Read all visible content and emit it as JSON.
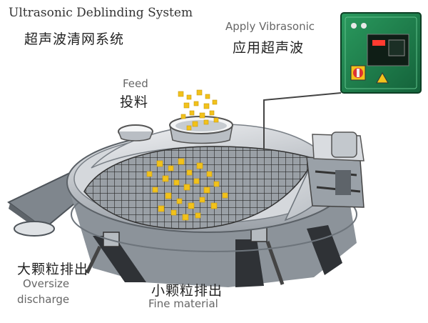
{
  "diagram": {
    "title_en": "Ultrasonic Deblinding System",
    "title_zh": "超声波清网系统",
    "labels": {
      "apply_en": "Apply Vibrasonic",
      "apply_zh": "应用超声波",
      "feed_en": "Feed",
      "feed_zh": "投料",
      "oversize_zh": "大颗粒排出",
      "oversize_en_line1": "Oversize",
      "oversize_en_line2": "discharge",
      "fine_zh": "小颗粒排出",
      "fine_en": "Fine material"
    },
    "colors": {
      "control_box": "#1e7a4a",
      "particles": "#f2c21b",
      "body_metal": "#c9cdd2",
      "mesh": "#3a3a3a"
    }
  }
}
